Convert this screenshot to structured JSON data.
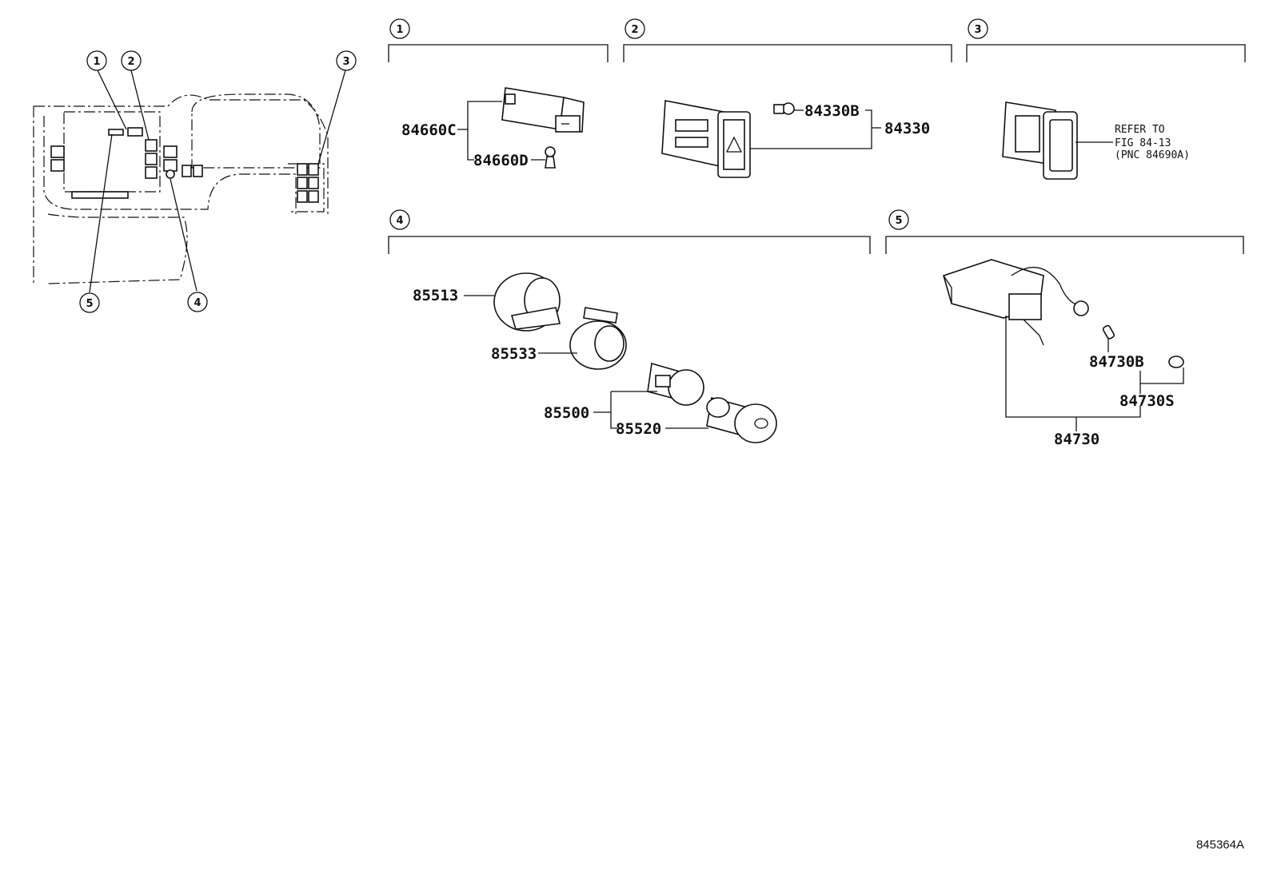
{
  "overview": {
    "callouts": [
      "1",
      "2",
      "3",
      "4",
      "5"
    ]
  },
  "sections": [
    {
      "number": "1",
      "parts": [
        "84660C",
        "84660D"
      ]
    },
    {
      "number": "2",
      "parts": [
        "84330B",
        "84330"
      ]
    },
    {
      "number": "3",
      "note_lines": [
        "REFER TO",
        "FIG 84-13",
        "(PNC 84690A)"
      ]
    },
    {
      "number": "4",
      "parts": [
        "85513",
        "85533",
        "85500",
        "85520"
      ]
    },
    {
      "number": "5",
      "parts": [
        "84730B",
        "84730S",
        "84730"
      ]
    }
  ],
  "figure_id": "845364A",
  "icons": [
    "hazard-triangle-icon",
    "cigarette-lighter-icon"
  ]
}
